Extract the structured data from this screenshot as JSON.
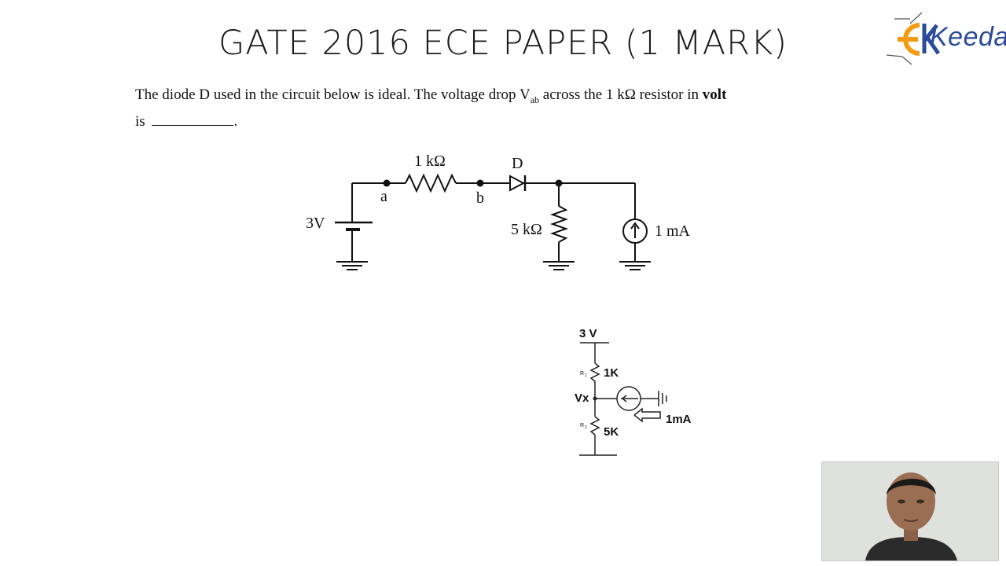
{
  "slide": {
    "title": "GATE 2016 ECE PAPER (1 MARK)"
  },
  "logo": {
    "text": "Keeda",
    "brand_color": "#2a4a9a",
    "accent_color": "#f39c12"
  },
  "question": {
    "part1": "The diode D used in the circuit below is ideal. The voltage drop V",
    "subscript": "ab",
    "part2": " across the 1 kΩ resistor in ",
    "bold_word": "volt",
    "line2_start": "is",
    "line2_end": "."
  },
  "circuit": {
    "source_label": "3V",
    "resistor1_label": "1 kΩ",
    "diode_label": "D",
    "node_a": "a",
    "node_b": "b",
    "resistor2_label": "5 kΩ",
    "current_source_label": "1 mA"
  },
  "sketch": {
    "supply_label": "3 V",
    "r1_tag": "R",
    "r1_index": "1",
    "r1_value": "1K",
    "node_label": "Vx",
    "r2_tag": "R",
    "r2_index": "2",
    "r2_value": "5K",
    "current_label": "1mA"
  },
  "webcam": {
    "icon": "presenter-video-icon"
  }
}
